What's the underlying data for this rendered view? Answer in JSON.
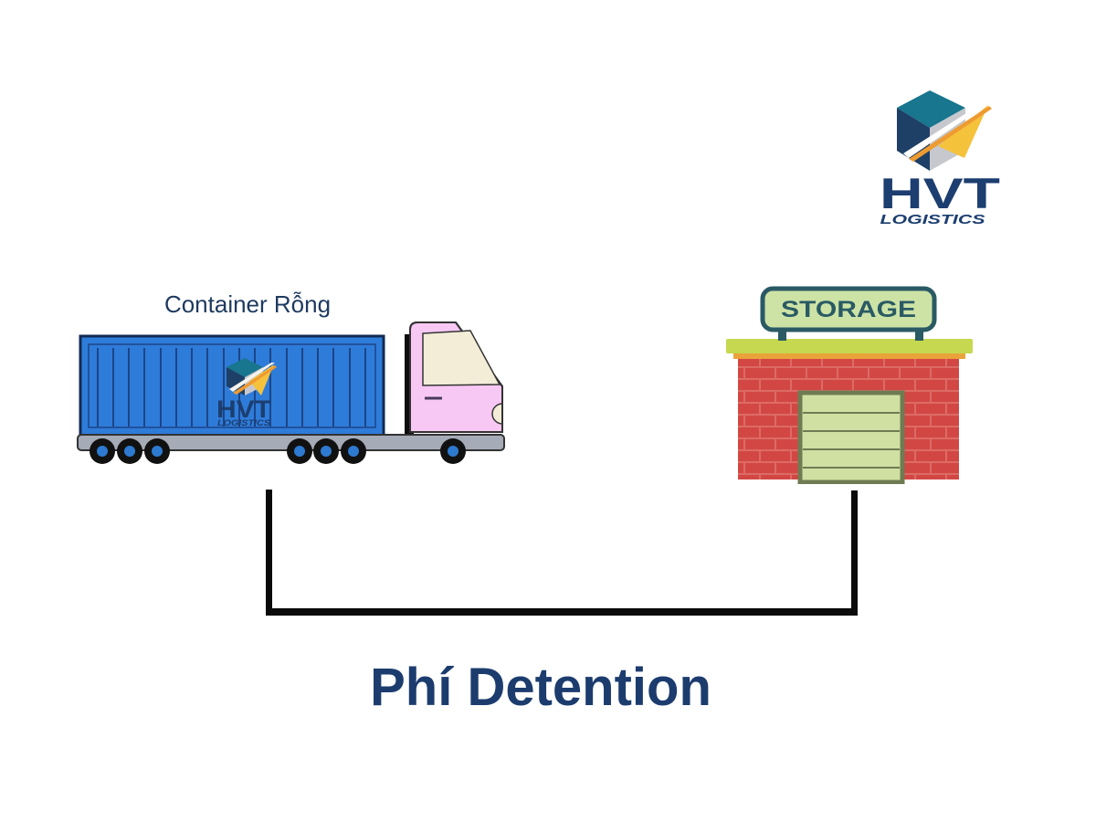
{
  "title": {
    "text": "Phí Detention",
    "color": "#1c3c6e"
  },
  "brand": {
    "name": "HVT",
    "tagline": "LOGISTICS",
    "navy": "#1c3e70",
    "cube_top": "#18768e",
    "cube_left": "#1e3f66",
    "cube_right": "#c6c8cd",
    "swoosh_orange": "#ee9b31",
    "swoosh_yellow": "#f5c23c"
  },
  "truck": {
    "label": "Container Rỗng",
    "container_color": "#2e7cd9",
    "container_border": "#122a52",
    "rib_color": "#1d4488",
    "cab_color": "#f8c8f4",
    "window_color": "#f3edd8",
    "flatbed_color": "#a6abb8",
    "exhaust_color": "#0d0d0d",
    "tire_color": "#111111",
    "wheel_hub_color": "#2d7ad0"
  },
  "storage": {
    "sign_text": "STORAGE",
    "sign_fill": "#cde3a6",
    "sign_border": "#2a5a64",
    "roof_color": "#c5d84f",
    "trim_color": "#eaa33b",
    "brick_color": "#d24744",
    "mortar_color": "#dd6b65",
    "door_color": "#cfe0a2",
    "door_frame": "#6f7b52"
  },
  "connector": {
    "color": "#0b0b0b"
  }
}
